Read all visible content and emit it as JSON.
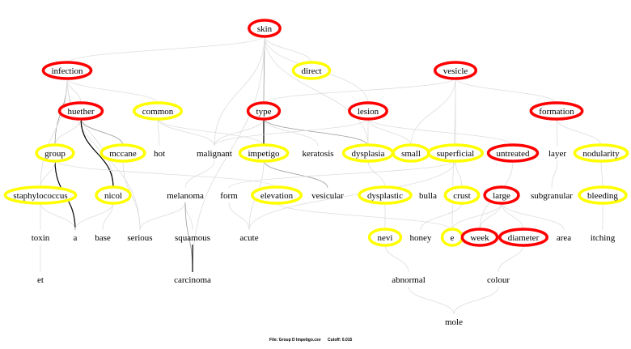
{
  "graph": {
    "colors": {
      "red": "#ff0000",
      "yellow": "#ffff00",
      "edge_light": "#dddddd",
      "edge_mid": "#999999",
      "edge_dark": "#000000"
    },
    "nodes": [
      {
        "id": "skin",
        "label": "skin",
        "mark": "red"
      },
      {
        "id": "infection",
        "label": "infection",
        "mark": "red"
      },
      {
        "id": "direct",
        "label": "direct",
        "mark": "yellow"
      },
      {
        "id": "vesicle",
        "label": "vesicle",
        "mark": "red"
      },
      {
        "id": "huether",
        "label": "huether",
        "mark": "red"
      },
      {
        "id": "common",
        "label": "common",
        "mark": "yellow"
      },
      {
        "id": "type",
        "label": "type",
        "mark": "red"
      },
      {
        "id": "lesion",
        "label": "lesion",
        "mark": "red"
      },
      {
        "id": "formation",
        "label": "formation",
        "mark": "red"
      },
      {
        "id": "group",
        "label": "group",
        "mark": "yellow"
      },
      {
        "id": "mccane",
        "label": "mccane",
        "mark": "yellow"
      },
      {
        "id": "hot",
        "label": "hot",
        "mark": "none"
      },
      {
        "id": "malignant",
        "label": "malignant",
        "mark": "none"
      },
      {
        "id": "impetigo",
        "label": "impetigo",
        "mark": "yellow"
      },
      {
        "id": "keratosis",
        "label": "keratosis",
        "mark": "none"
      },
      {
        "id": "dysplasia",
        "label": "dysplasia",
        "mark": "yellow"
      },
      {
        "id": "small",
        "label": "small",
        "mark": "yellow"
      },
      {
        "id": "superficial",
        "label": "superficial",
        "mark": "yellow"
      },
      {
        "id": "untreated",
        "label": "untreated",
        "mark": "red"
      },
      {
        "id": "layer",
        "label": "layer",
        "mark": "none"
      },
      {
        "id": "nodularity",
        "label": "nodularity",
        "mark": "yellow"
      },
      {
        "id": "staphylococcus",
        "label": "staphylococcus",
        "mark": "yellow"
      },
      {
        "id": "nicol",
        "label": "nicol",
        "mark": "yellow"
      },
      {
        "id": "melanoma",
        "label": "melanoma",
        "mark": "none"
      },
      {
        "id": "form",
        "label": "form",
        "mark": "none"
      },
      {
        "id": "elevation",
        "label": "elevation",
        "mark": "yellow"
      },
      {
        "id": "vesicular",
        "label": "vesicular",
        "mark": "none"
      },
      {
        "id": "dysplastic",
        "label": "dysplastic",
        "mark": "yellow"
      },
      {
        "id": "bulla",
        "label": "bulla",
        "mark": "none"
      },
      {
        "id": "crust",
        "label": "crust",
        "mark": "yellow"
      },
      {
        "id": "large",
        "label": "large",
        "mark": "red"
      },
      {
        "id": "subgranular",
        "label": "subgranular",
        "mark": "none"
      },
      {
        "id": "bleeding",
        "label": "bleeding",
        "mark": "yellow"
      },
      {
        "id": "toxin",
        "label": "toxin",
        "mark": "none"
      },
      {
        "id": "a",
        "label": "a",
        "mark": "none"
      },
      {
        "id": "base",
        "label": "base",
        "mark": "none"
      },
      {
        "id": "serious",
        "label": "serious",
        "mark": "none"
      },
      {
        "id": "squamous",
        "label": "squamous",
        "mark": "none"
      },
      {
        "id": "acute",
        "label": "acute",
        "mark": "none"
      },
      {
        "id": "nevi",
        "label": "nevi",
        "mark": "yellow"
      },
      {
        "id": "honey",
        "label": "honey",
        "mark": "none"
      },
      {
        "id": "e",
        "label": "e",
        "mark": "yellow"
      },
      {
        "id": "week",
        "label": "week",
        "mark": "red"
      },
      {
        "id": "diameter",
        "label": "diameter",
        "mark": "red"
      },
      {
        "id": "area",
        "label": "area",
        "mark": "none"
      },
      {
        "id": "itching",
        "label": "itching",
        "mark": "none"
      },
      {
        "id": "et",
        "label": "et",
        "mark": "none"
      },
      {
        "id": "carcinoma",
        "label": "carcinoma",
        "mark": "none"
      },
      {
        "id": "abnormal",
        "label": "abnormal",
        "mark": "none"
      },
      {
        "id": "colour",
        "label": "colour",
        "mark": "none"
      },
      {
        "id": "mole",
        "label": "mole",
        "mark": "none"
      }
    ],
    "edges": [
      [
        "skin",
        "infection",
        "light"
      ],
      [
        "skin",
        "direct",
        "light"
      ],
      [
        "skin",
        "type",
        "mid"
      ],
      [
        "skin",
        "lesion",
        "light"
      ],
      [
        "skin",
        "dysplasia",
        "light"
      ],
      [
        "skin",
        "malignant",
        "light"
      ],
      [
        "skin",
        "carcinoma",
        "light"
      ],
      [
        "infection",
        "huether",
        "light"
      ],
      [
        "infection",
        "common",
        "light"
      ],
      [
        "infection",
        "group",
        "mid"
      ],
      [
        "infection",
        "staphylococcus",
        "light"
      ],
      [
        "infection",
        "serious",
        "light"
      ],
      [
        "infection",
        "nicol",
        "light"
      ],
      [
        "huether",
        "mccane",
        "mid"
      ],
      [
        "huether",
        "nicol",
        "dark"
      ],
      [
        "huether",
        "group",
        "light"
      ],
      [
        "common",
        "hot",
        "light"
      ],
      [
        "common",
        "malignant",
        "light"
      ],
      [
        "common",
        "impetigo",
        "light"
      ],
      [
        "type",
        "impetigo",
        "dark"
      ],
      [
        "type",
        "keratosis",
        "light"
      ],
      [
        "type",
        "dysplasia",
        "mid"
      ],
      [
        "type",
        "malignant",
        "light"
      ],
      [
        "vesicle",
        "type",
        "light"
      ],
      [
        "vesicle",
        "small",
        "light"
      ],
      [
        "vesicle",
        "superficial",
        "light"
      ],
      [
        "vesicle",
        "formation",
        "light"
      ],
      [
        "vesicle",
        "e",
        "light"
      ],
      [
        "lesion",
        "dysplasia",
        "light"
      ],
      [
        "lesion",
        "small",
        "light"
      ],
      [
        "lesion",
        "untreated",
        "light"
      ],
      [
        "lesion",
        "malignant",
        "light"
      ],
      [
        "formation",
        "layer",
        "light"
      ],
      [
        "formation",
        "nodularity",
        "light"
      ],
      [
        "layer",
        "subgranular",
        "light"
      ],
      [
        "nodularity",
        "bleeding",
        "light"
      ],
      [
        "bleeding",
        "itching",
        "light"
      ],
      [
        "impetigo",
        "vesicular",
        "mid"
      ],
      [
        "impetigo",
        "acute",
        "light"
      ],
      [
        "dysplasia",
        "dysplastic",
        "light"
      ],
      [
        "dysplastic",
        "nevi",
        "light"
      ],
      [
        "nevi",
        "abnormal",
        "light"
      ],
      [
        "abnormal",
        "mole",
        "light"
      ],
      [
        "colour",
        "mole",
        "light"
      ],
      [
        "diameter",
        "colour",
        "light"
      ],
      [
        "large",
        "week",
        "light"
      ],
      [
        "large",
        "diameter",
        "light"
      ],
      [
        "large",
        "area",
        "light"
      ],
      [
        "large",
        "e",
        "light"
      ],
      [
        "untreated",
        "week",
        "light"
      ],
      [
        "crust",
        "honey",
        "light"
      ],
      [
        "superficial",
        "crust",
        "light"
      ],
      [
        "superficial",
        "form",
        "light"
      ],
      [
        "superficial",
        "acute",
        "light"
      ],
      [
        "elevation",
        "e",
        "light"
      ],
      [
        "group",
        "a",
        "dark"
      ],
      [
        "group",
        "staphylococcus",
        "light"
      ],
      [
        "group",
        "elevation",
        "light"
      ],
      [
        "staphylococcus",
        "toxin",
        "light"
      ],
      [
        "staphylococcus",
        "a",
        "light"
      ],
      [
        "toxin",
        "et",
        "light"
      ],
      [
        "nicol",
        "a",
        "light"
      ],
      [
        "nicol",
        "base",
        "light"
      ],
      [
        "mccane",
        "serious",
        "light"
      ],
      [
        "malignant",
        "melanoma",
        "light"
      ],
      [
        "melanoma",
        "squamous",
        "light"
      ],
      [
        "melanoma",
        "serious",
        "light"
      ],
      [
        "melanoma",
        "carcinoma",
        "mid"
      ],
      [
        "squamous",
        "carcinoma",
        "dark"
      ],
      [
        "form",
        "acute",
        "light"
      ]
    ]
  },
  "footer": {
    "file": "File: Group D Impetigo.csv",
    "cutoff": "Cutoff: 0.015"
  }
}
